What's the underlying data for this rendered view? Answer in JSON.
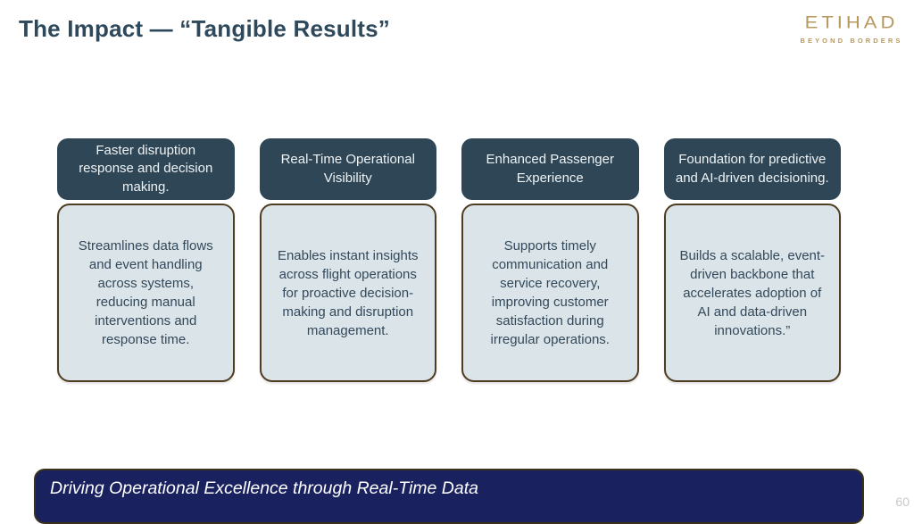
{
  "slide": {
    "title": "The Impact — “Tangible Results”",
    "page_number": "60"
  },
  "logo": {
    "brand": "ETIHAD",
    "tagline": "BEYOND BORDERS"
  },
  "cards": [
    {
      "header": "Faster disruption response and decision making.",
      "body": "Streamlines data flows and event handling across systems, reducing manual interventions and response time."
    },
    {
      "header": "Real-Time Operational Visibility",
      "body": "Enables instant insights across flight operations for proactive decision-making and disruption management."
    },
    {
      "header": "Enhanced Passenger Experience",
      "body": "Supports timely communication and service recovery, improving customer satisfaction during irregular operations."
    },
    {
      "header": "Foundation for predictive and AI-driven decisioning.",
      "body": "Builds a scalable, event-driven backbone that accelerates adoption of AI and data-driven innovations.”"
    }
  ],
  "banner": {
    "text": "Driving Operational Excellence through Real-Time Data"
  },
  "colors": {
    "title_text": "#2e495c",
    "card_header_bg": "#2e4656",
    "card_header_text": "#eef3f5",
    "card_body_bg": "#dbe5e9",
    "card_body_text": "#33485a",
    "card_border": "#4f3d22",
    "banner_bg": "#19215f",
    "banner_text": "#ffffff",
    "logo_gold": "#b8985f",
    "page_number_gray": "#c9c9c9"
  }
}
